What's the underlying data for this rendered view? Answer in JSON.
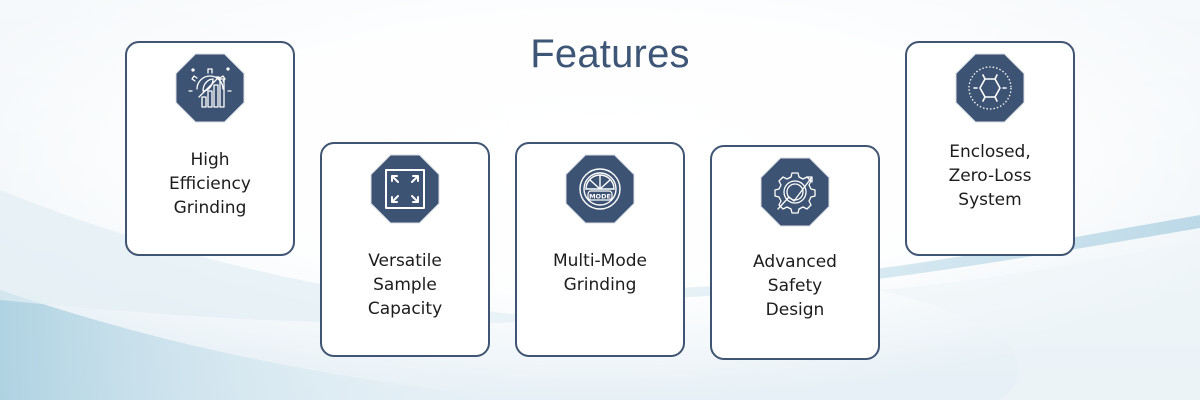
{
  "page": {
    "title": "Features",
    "colors": {
      "accent": "#3e5676",
      "card_border": "#3f5573",
      "icon_fill": "#3d5373",
      "text": "#1c1c1c",
      "background": "#f4f8fb"
    }
  },
  "features": [
    {
      "label": "High\nEfficiency\nGrinding",
      "icon": "gear-growth-chart-icon"
    },
    {
      "label": "Versatile\nSample\nCapacity",
      "icon": "expand-arrows-icon"
    },
    {
      "label": "Multi-Mode\nGrinding",
      "icon": "mode-dial-icon"
    },
    {
      "label": "Advanced\nSafety\nDesign",
      "icon": "gear-trend-arrow-icon"
    },
    {
      "label": "Enclosed,\nZero-Loss\nSystem",
      "icon": "hexagon-molecule-icon"
    }
  ]
}
